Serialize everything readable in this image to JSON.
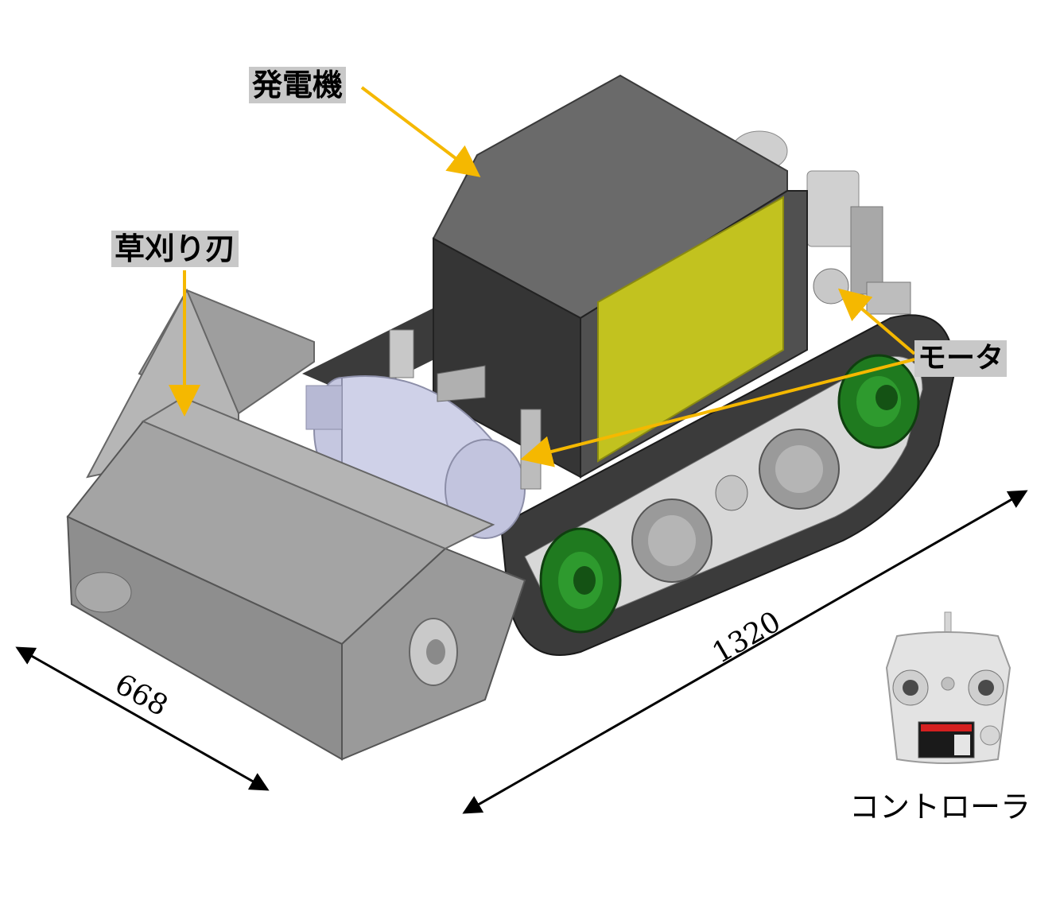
{
  "labels": {
    "generator": "発電機",
    "mower_blade": "草刈り刃",
    "motor": "モータ",
    "controller": "コントローラ"
  },
  "dimensions": {
    "width": "668",
    "length": "1320"
  },
  "colors": {
    "arrow": "#f5b800",
    "label_bg": "#c8c8c8",
    "generator_body": "#555555",
    "generator_panel": "#c2c21f",
    "track": "#3a3a3a",
    "wheel": "#1f7a1f",
    "motor_body": "#c9cbe3",
    "mower_deck": "#9c9c9c"
  }
}
